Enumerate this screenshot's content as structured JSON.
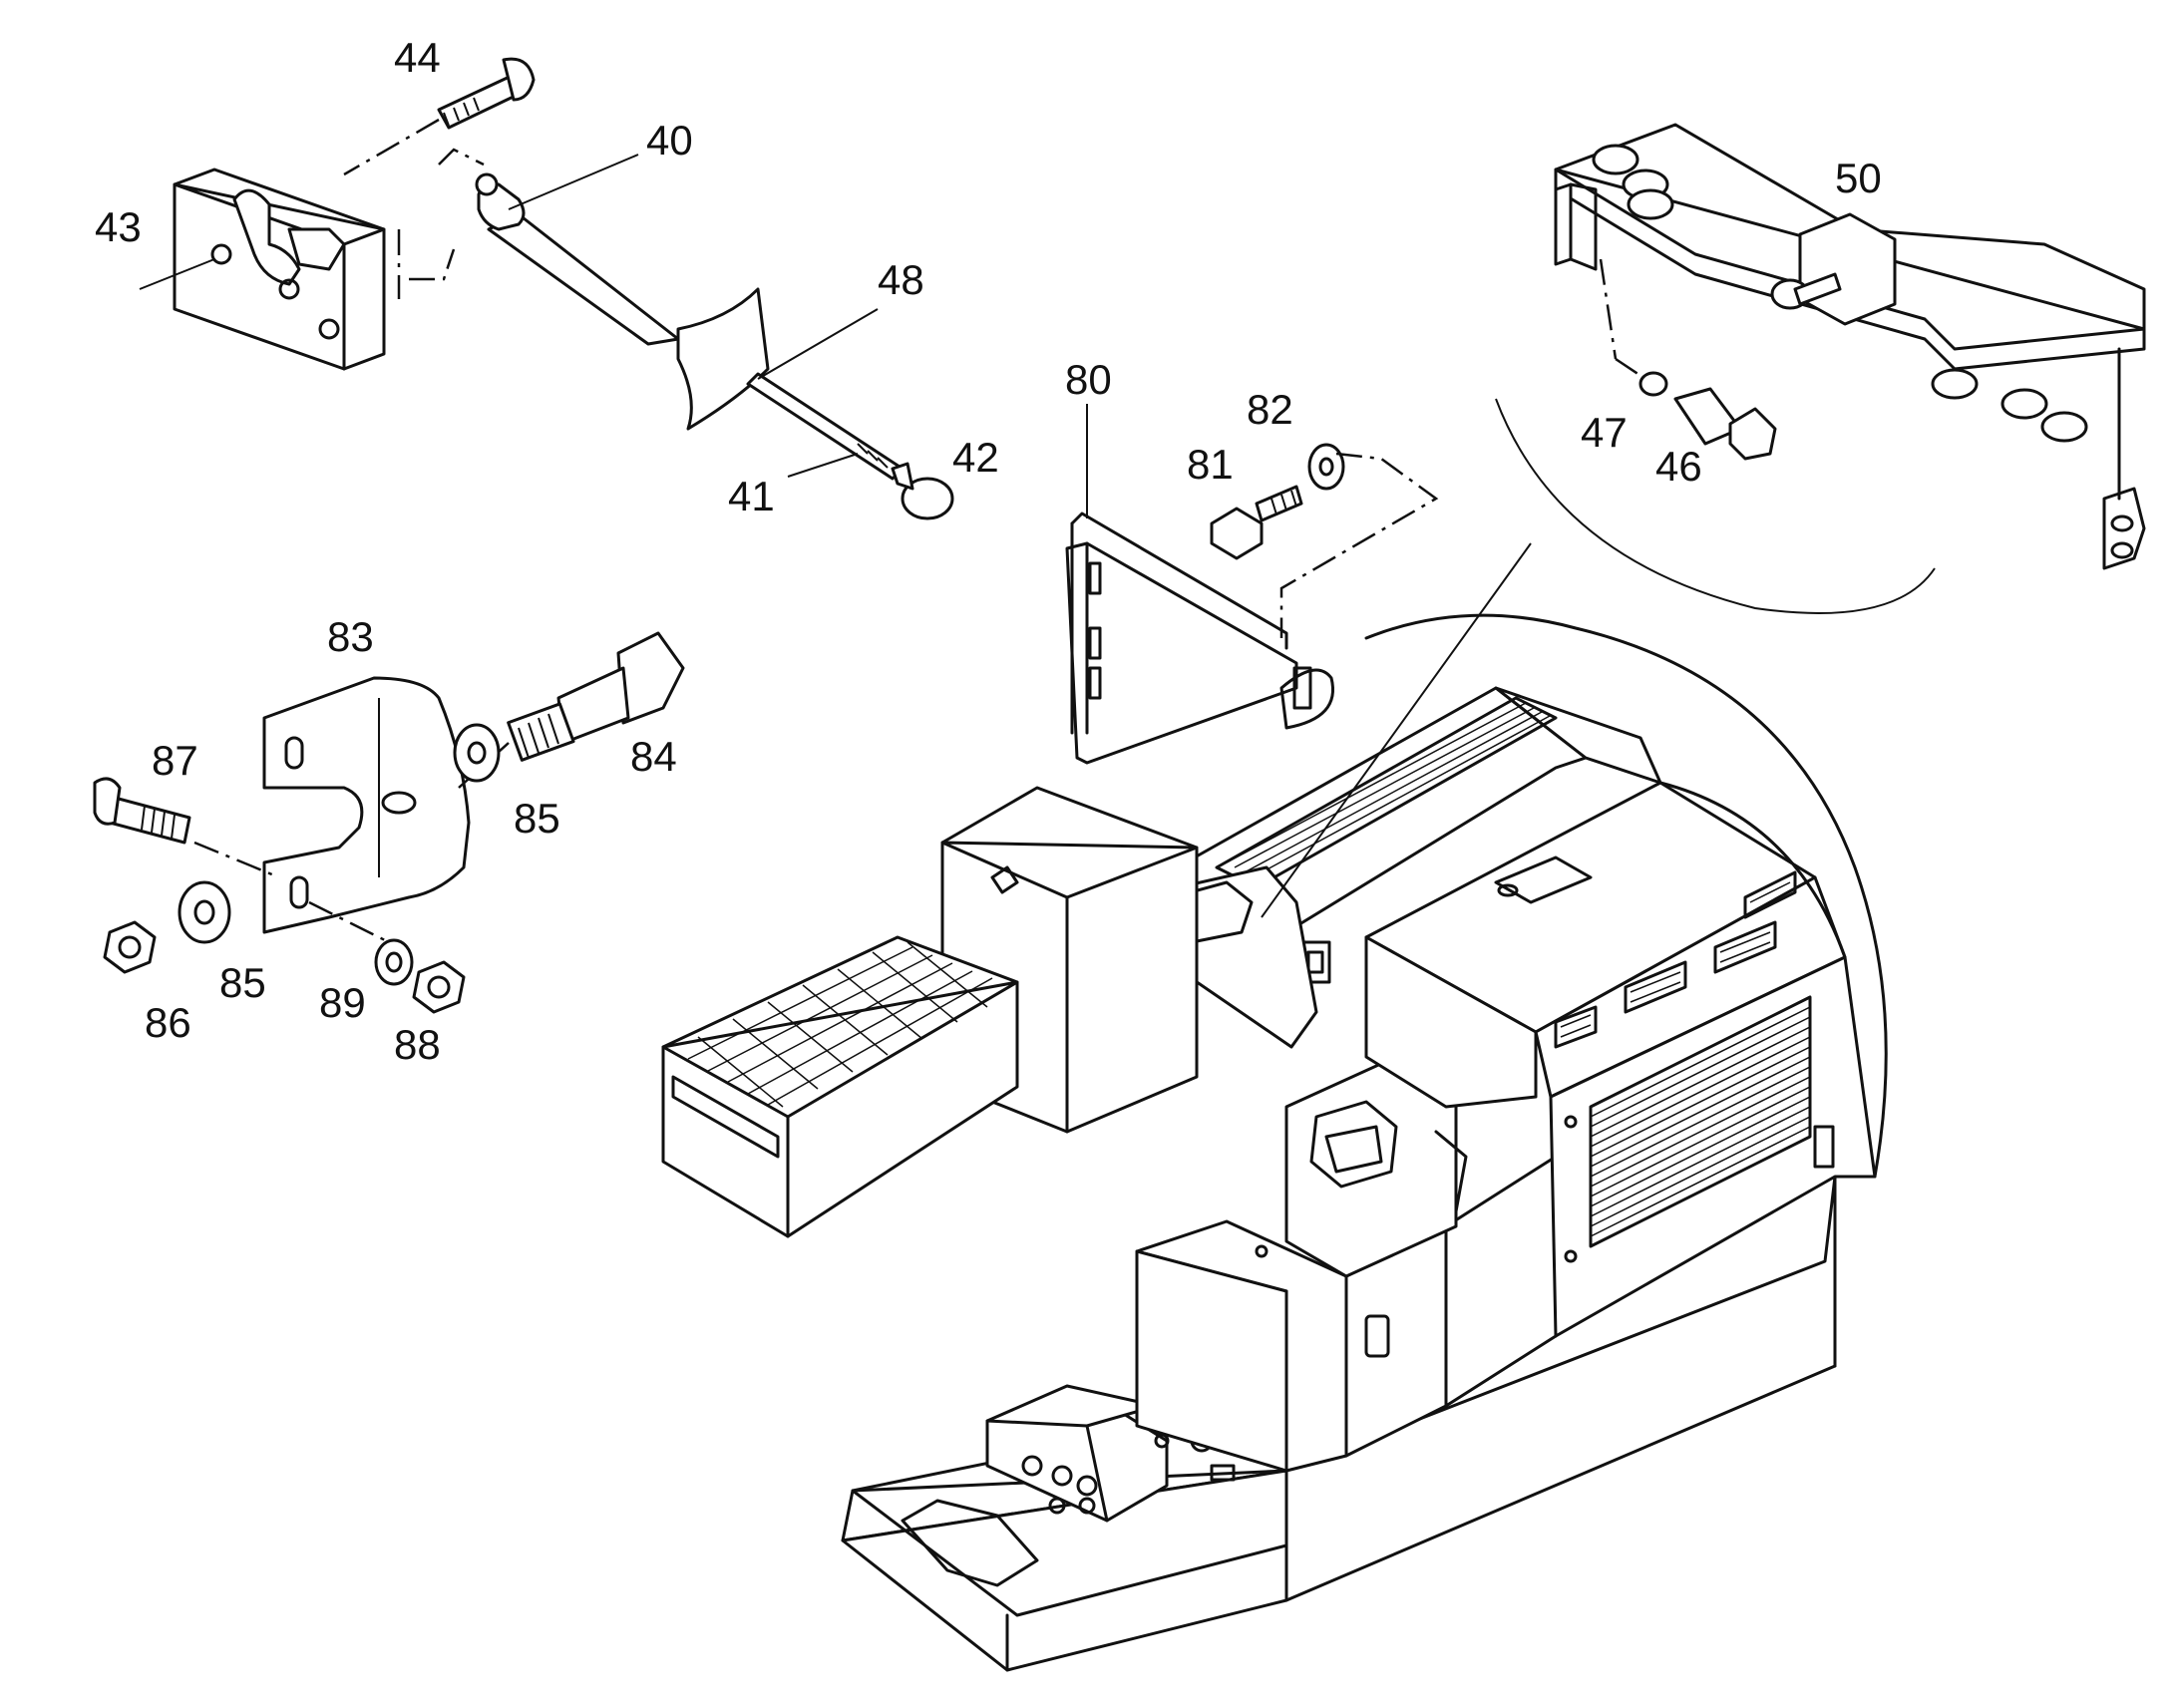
{
  "callouts": {
    "c40": "40",
    "c41": "41",
    "c42": "42",
    "c43": "43",
    "c44": "44",
    "c46": "46",
    "c47": "47",
    "c48": "48",
    "c50": "50",
    "c80": "80",
    "c81": "81",
    "c82": "82",
    "c83": "83",
    "c84": "84",
    "c85a": "85",
    "c85b": "85",
    "c86": "86",
    "c87": "87",
    "c88": "88",
    "c89": "89"
  },
  "style": {
    "line_color": "#111111",
    "background": "#ffffff"
  }
}
